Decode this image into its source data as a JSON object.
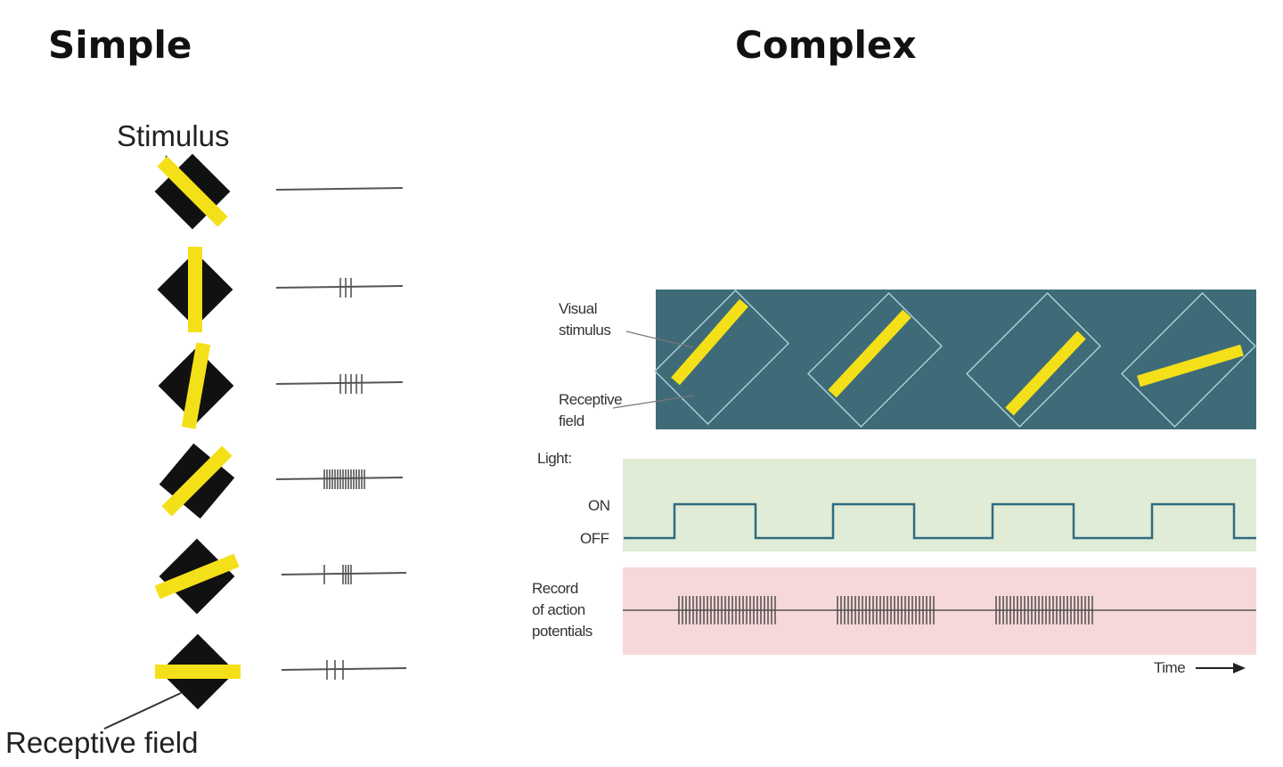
{
  "titles": {
    "simple": "Simple",
    "complex": "Complex"
  },
  "simple_panel": {
    "stimulus_label": "Stimulus",
    "receptive_field_label": "Receptive field",
    "trials": [
      {
        "bar_angle_deg": -45,
        "spike_count": 0
      },
      {
        "bar_angle_deg": 0,
        "spike_count": 3
      },
      {
        "bar_angle_deg": 10,
        "spike_count": 5
      },
      {
        "bar_angle_deg": 45,
        "spike_count": 16
      },
      {
        "bar_angle_deg": 68,
        "spike_count": 5
      },
      {
        "bar_angle_deg": 90,
        "spike_count": 3
      }
    ]
  },
  "complex_panel": {
    "visual_stimulus_label": [
      "Visual",
      "stimulus"
    ],
    "receptive_field_label": [
      "Receptive",
      "field"
    ],
    "light_label": "Light:",
    "on_label": "ON",
    "off_label": "OFF",
    "record_label": [
      "Record",
      "of action",
      "potentials"
    ],
    "time_label": "Time",
    "stimulus_positions": [
      "lower-left",
      "center",
      "upper-right",
      "horizontal"
    ],
    "bursts_per_on_period": [
      true,
      true,
      true,
      false
    ]
  },
  "colors": {
    "stimulus_bar": "#f4e018",
    "receptive_field_simple": "#111111",
    "stimulus_panel": "#3f6b78",
    "light_panel": "#e0ecd6",
    "record_panel": "#f7d8d8",
    "light_trace": "#2f6b80"
  }
}
